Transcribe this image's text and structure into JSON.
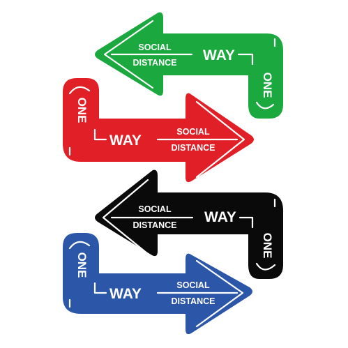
{
  "stickers": [
    {
      "name": "green",
      "color": "#1aa83f",
      "direction": "left",
      "text": {
        "one": "ONE",
        "way": "WAY",
        "social": "SOCIAL",
        "distance": "DISTANCE"
      }
    },
    {
      "name": "red",
      "color": "#e01f26",
      "direction": "right",
      "text": {
        "one": "ONE",
        "way": "WAY",
        "social": "SOCIAL",
        "distance": "DISTANCE"
      }
    },
    {
      "name": "black",
      "color": "#0a0a0a",
      "direction": "left",
      "text": {
        "one": "ONE",
        "way": "WAY",
        "social": "SOCIAL",
        "distance": "DISTANCE"
      }
    },
    {
      "name": "blue",
      "color": "#2c57a8",
      "direction": "right",
      "text": {
        "one": "ONE",
        "way": "WAY",
        "social": "SOCIAL",
        "distance": "DISTANCE"
      }
    }
  ]
}
